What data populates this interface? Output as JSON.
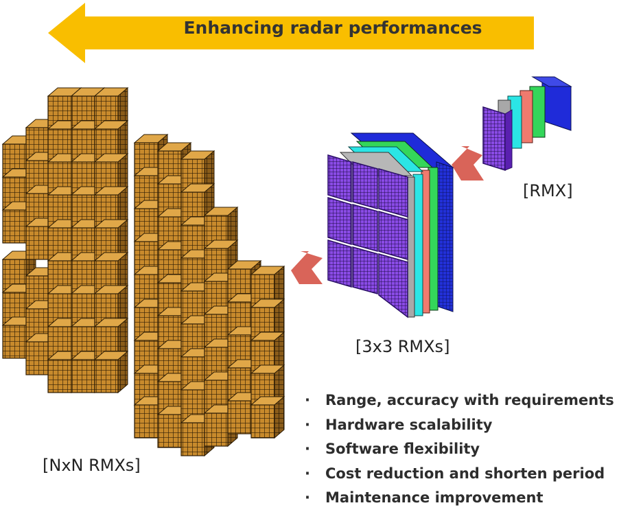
{
  "banner": {
    "text": "Enhancing radar performances",
    "color": "#F9BE00"
  },
  "labels": {
    "rmx": "[RMX]",
    "rmx_3x3": "[3x3 RMXs]",
    "rmx_nxn": "[NxN RMXs]"
  },
  "features": [
    "Range, accuracy with requirements",
    "Hardware scalability",
    "Software flexibility",
    "Cost reduction and shorten period",
    "Maintenance improvement"
  ],
  "colors": {
    "module_front": "#7B2FD6",
    "module_blue": "#1F2BD9",
    "module_cyan": "#2BE5E5",
    "module_green": "#34D65A",
    "module_salmon": "#F07A6E",
    "module_gray": "#A8A8A8",
    "module_gold": "#D79B3A",
    "flow_arrow": "#D96459"
  }
}
